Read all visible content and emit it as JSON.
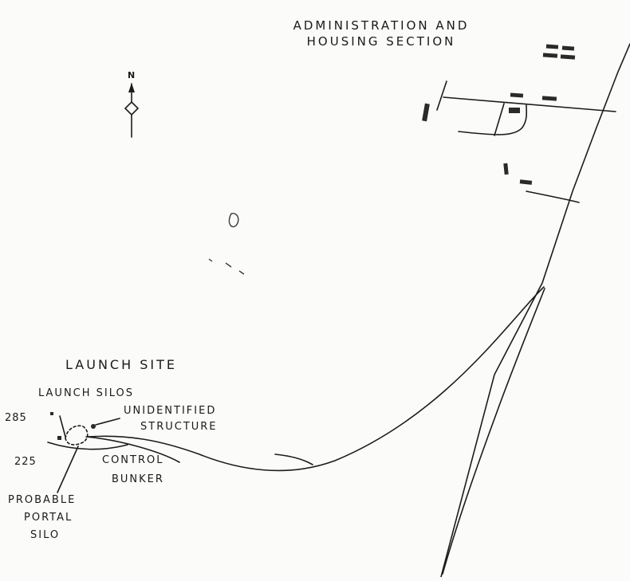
{
  "north_label": "N",
  "section_label_line1": "ADMINISTRATION AND",
  "section_label_line2": "HOUSING SECTION",
  "launch_site_label": "LAUNCH SITE",
  "launch_silos_label": "LAUNCH SILOS",
  "unidentified_line1": "UNIDENTIFIED",
  "unidentified_line2": "STRUCTURE",
  "control_line1": "CONTROL",
  "control_line2": "BUNKER",
  "probable_line1": "PROBABLE",
  "probable_line2": "PORTAL",
  "probable_line3": "SILO",
  "number_285": "285",
  "number_225": "225",
  "colors": {
    "ink": "#1c1c1c",
    "paper": "#fbfbfa"
  }
}
